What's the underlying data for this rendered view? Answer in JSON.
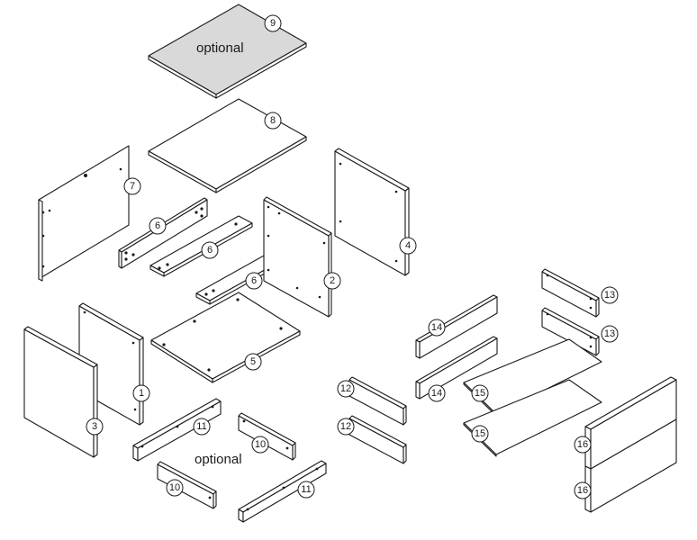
{
  "labels": {
    "optional_top": "optional",
    "optional_bottom": "optional"
  },
  "callouts": {
    "p1": "1",
    "p2": "2",
    "p3": "3",
    "p4": "4",
    "p5": "5",
    "p6a": "6",
    "p6b": "6",
    "p6c": "6",
    "p7": "7",
    "p8": "8",
    "p9": "9",
    "p10a": "10",
    "p10b": "10",
    "p11a": "11",
    "p11b": "11",
    "p12a": "12",
    "p12b": "12",
    "p13a": "13",
    "p13b": "13",
    "p14a": "14",
    "p14b": "14",
    "p15a": "15",
    "p15b": "15",
    "p16a": "16",
    "p16b": "16"
  }
}
